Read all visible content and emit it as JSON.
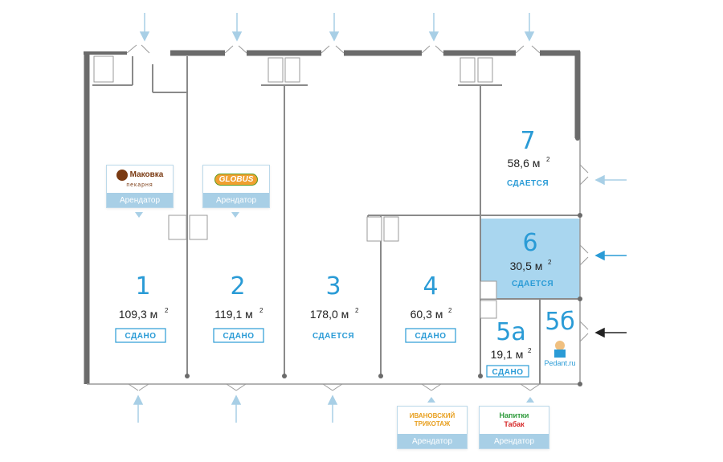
{
  "units": [
    {
      "id": "u1",
      "number": "1",
      "area": "109,3 м",
      "sup": "2",
      "status": "СДАНО",
      "badge": true
    },
    {
      "id": "u2",
      "number": "2",
      "area": "119,1 м",
      "sup": "2",
      "status": "СДАНО",
      "badge": true
    },
    {
      "id": "u3",
      "number": "3",
      "area": "178,0 м",
      "sup": "2",
      "status": "СДАЕТСЯ",
      "badge": false
    },
    {
      "id": "u4",
      "number": "4",
      "area": "60,3 м",
      "sup": "2",
      "status": "СДАНО",
      "badge": true
    },
    {
      "id": "u5a",
      "number": "5а",
      "area": "19,1 м",
      "sup": "2",
      "status": "СДАНО",
      "badge": true
    },
    {
      "id": "u5b",
      "number": "5б",
      "area": "",
      "sup": "",
      "status": "",
      "badge": false
    },
    {
      "id": "u6",
      "number": "6",
      "area": "30,5 м",
      "sup": "2",
      "status": "СДАЕТСЯ",
      "badge": false
    },
    {
      "id": "u7",
      "number": "7",
      "area": "58,6 м",
      "sup": "2",
      "status": "СДАЕТСЯ",
      "badge": false
    }
  ],
  "tenants": {
    "label": "Арендатор",
    "t1": {
      "logo_text": "Маковка",
      "logo_sub": "пекарня",
      "color": "#7a3a12"
    },
    "t2": {
      "logo_text": "GLOBUS",
      "color": "#5aa02c"
    },
    "t4": {
      "logo_line1": "ИВАНОВСКИЙ",
      "logo_line2": "ТРИКОТАЖ",
      "color": "#e8a020"
    },
    "t5a": {
      "logo_line1": "Напитки",
      "logo_line2": "Табак",
      "color1": "#2d9a3a",
      "color2": "#d62828"
    },
    "t5b": {
      "logo_text": "Pedant.ru",
      "color": "#2a9bd6"
    }
  },
  "colors": {
    "wall": "#6b6b6b",
    "accent": "#2a9bd6",
    "highlight": "#a9d6ef",
    "arrow_light": "#a8cfe6",
    "arrow_dark": "#222222"
  }
}
